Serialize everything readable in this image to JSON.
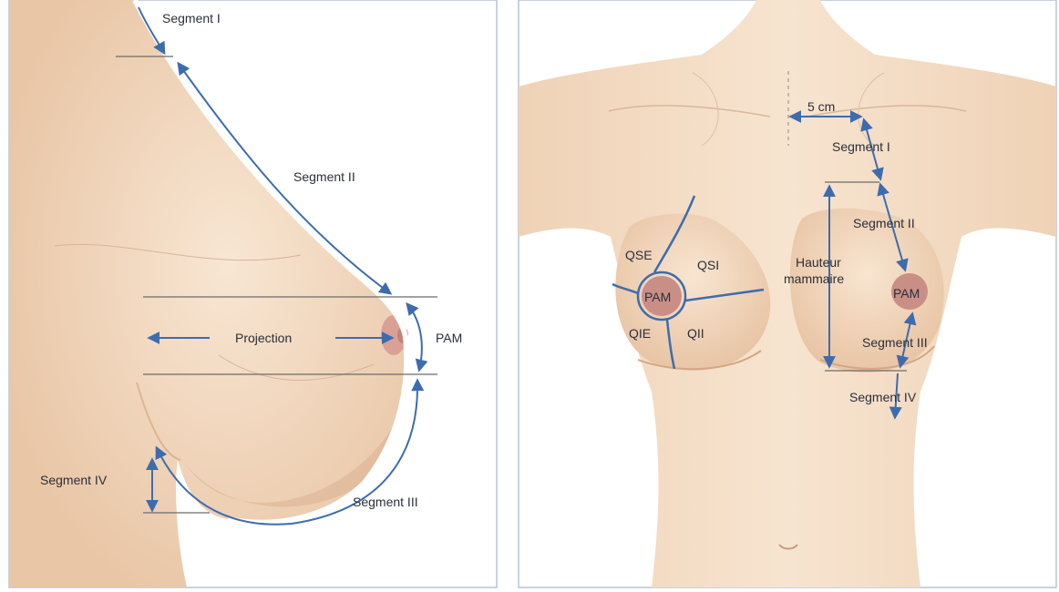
{
  "colors": {
    "skin_light": "#f6e2cd",
    "skin_mid": "#efcfb2",
    "skin_shadow": "#dcb08e",
    "areola": "#c98f86",
    "annotation_blue": "#3d6cae",
    "guide_line": "#6b6b6b",
    "background": "#ffffff"
  },
  "left_panel": {
    "labels": {
      "segment_1": "Segment I",
      "segment_2": "Segment II",
      "projection": "Projection",
      "pam": "PAM",
      "segment_4": "Segment IV",
      "segment_3": "Segment III"
    }
  },
  "right_panel": {
    "labels": {
      "distance": "5 cm",
      "segment_1": "Segment I",
      "segment_2": "Segment II",
      "hauteur_line1": "Hauteur",
      "hauteur_line2": "mammaire",
      "pam_right": "PAM",
      "segment_3": "Segment III",
      "segment_4": "Segment IV",
      "qse": "QSE",
      "qsi": "QSI",
      "pam_left": "PAM",
      "qie": "QIE",
      "qii": "QII"
    }
  }
}
